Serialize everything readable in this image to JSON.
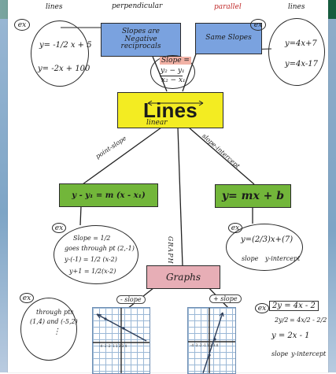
{
  "header_labels": {
    "left_top": "lines",
    "perpendicular": "perpendicular",
    "parallel": "parallel",
    "right_top": "lines"
  },
  "left_example": {
    "ex": "ex",
    "eq1": "y= -1/2 x + 5",
    "eq2": "y= -2x + 100"
  },
  "blue_boxes": {
    "left_title": "Slopes are Negative reciprocals",
    "right_title": "Same Slopes"
  },
  "right_example": {
    "ex": "ex",
    "eq1": "y=4x+7",
    "eq2": "y=4x-17"
  },
  "slope_formula": {
    "label": "Slope =",
    "num": "y₂ − y₁",
    "den": "x₂ − x₁"
  },
  "center": {
    "title": "Lines",
    "linear": "linear",
    "point_slope": "point-slope",
    "slope_intercept": "slope-intercept",
    "graph_vertical": "GRAPH"
  },
  "point_slope_box": {
    "formula": "y - y₁ = m (x - x₁)"
  },
  "slope_intercept_box": {
    "formula": "y= mx + b"
  },
  "point_slope_example": {
    "ex": "ex",
    "line1": "Slope = 1/2",
    "line2": "goes through pt (2,-1)",
    "line3": "y-(-1) = 1/2 (x-2)",
    "line4": "y+1 = 1/2(x-2)"
  },
  "slope_intercept_example": {
    "ex": "ex",
    "eq": "y=(2/3)x+(7)",
    "slope_label": "slope",
    "intercept_label": "y-intercept"
  },
  "left_bottom_example": {
    "ex": "ex",
    "line1": "through pts",
    "line2": "(1,4) and (-5,2)",
    "dots": "⋮"
  },
  "graphs": {
    "title": "Graphs",
    "left_label": "- slope",
    "right_label": "+ slope"
  },
  "right_bottom_example": {
    "ex": "ex",
    "boxed_eq": "2y = 4x - 2",
    "step_left": "2y/2",
    "step_right": "= 4x/2 - 2/2",
    "final": "y = 2x - 1",
    "slope_label": "slope",
    "intercept_label": "y-intercept"
  },
  "colors": {
    "yellow": "#f3ec22",
    "blue": "#7aa2df",
    "green": "#72b63a",
    "pink": "#e7aeb6",
    "red": "#c02a2a"
  }
}
